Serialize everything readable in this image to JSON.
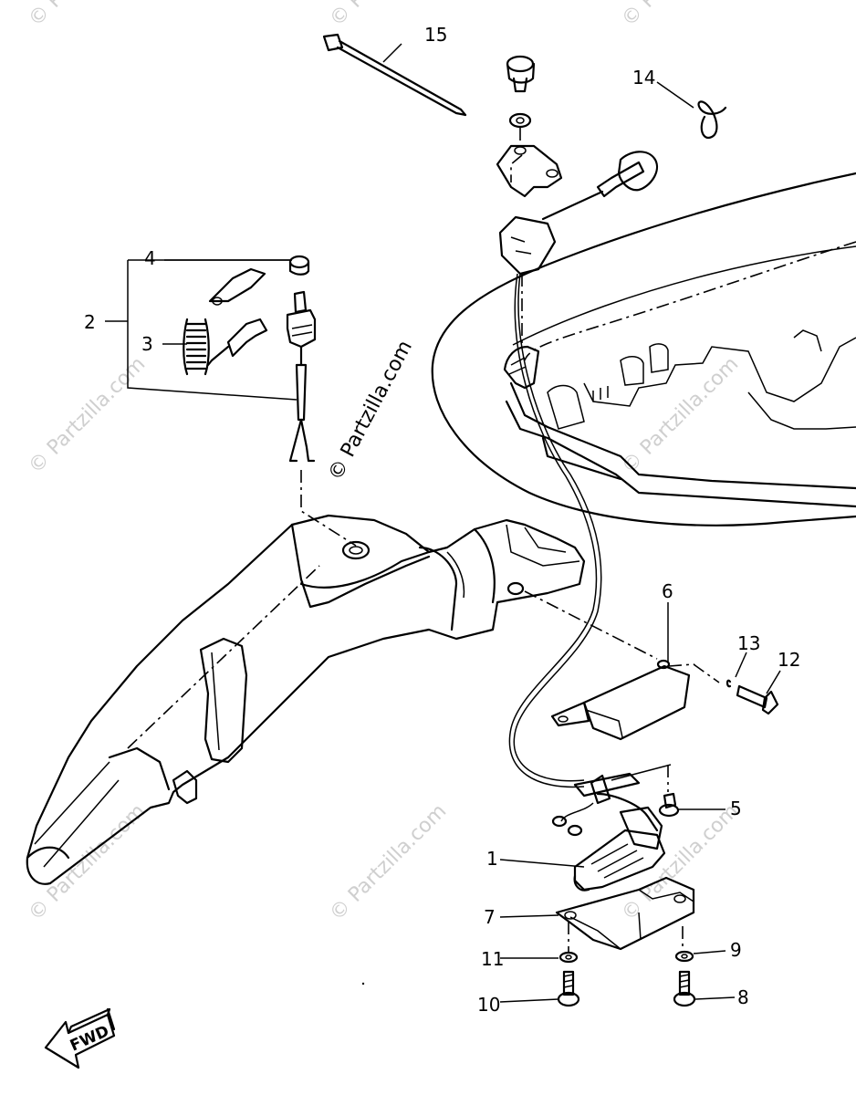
{
  "diagram": {
    "watermark_text": "© Partzilla.com",
    "direction_label": "FWD",
    "callouts": [
      {
        "id": "c1",
        "label": "1"
      },
      {
        "id": "c2",
        "label": "2"
      },
      {
        "id": "c3",
        "label": "3"
      },
      {
        "id": "c4",
        "label": "4"
      },
      {
        "id": "c5",
        "label": "5"
      },
      {
        "id": "c6",
        "label": "6"
      },
      {
        "id": "c7",
        "label": "7"
      },
      {
        "id": "c8",
        "label": "8"
      },
      {
        "id": "c9",
        "label": "9"
      },
      {
        "id": "c10",
        "label": "10"
      },
      {
        "id": "c11",
        "label": "11"
      },
      {
        "id": "c12",
        "label": "12"
      },
      {
        "id": "c13",
        "label": "13"
      },
      {
        "id": "c14",
        "label": "14"
      },
      {
        "id": "c15",
        "label": "15"
      }
    ]
  }
}
